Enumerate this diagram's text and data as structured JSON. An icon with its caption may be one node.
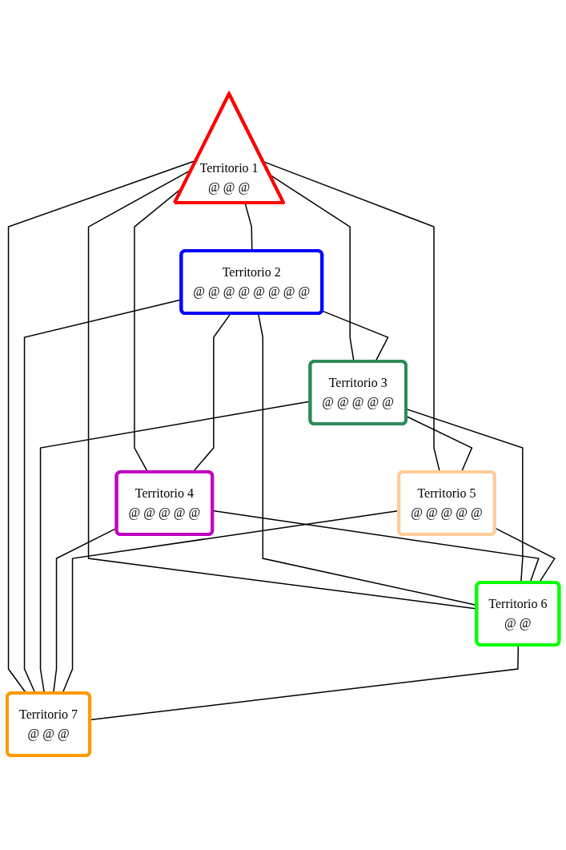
{
  "diagram": {
    "nodes": [
      {
        "text": [
          "Territorio 1",
          "@ @ @"
        ]
      },
      {
        "text": [
          "Territorio 2",
          "@ @ @ @ @ @ @ @"
        ]
      },
      {
        "text": [
          "Territorio 3",
          "@ @ @ @ @"
        ]
      },
      {
        "text": [
          "Territorio 4",
          "@ @ @ @ @"
        ]
      },
      {
        "text": [
          "Territorio 5",
          "@ @ @ @ @"
        ]
      },
      {
        "text": [
          "Territorio 6",
          "@ @"
        ]
      },
      {
        "text": [
          "Territorio 7",
          "@ @ @"
        ]
      }
    ],
    "edges": [
      {
        "from": 0,
        "to": 1,
        "arrow": "none"
      },
      {
        "from": 0,
        "to": 2,
        "arrow": "none"
      },
      {
        "from": 0,
        "to": 3,
        "arrow": "none"
      },
      {
        "from": 0,
        "to": 4,
        "arrow": "none"
      },
      {
        "from": 0,
        "to": 5,
        "arrow": "none"
      },
      {
        "from": 0,
        "to": 6,
        "arrow": "none"
      },
      {
        "from": 1,
        "to": 2,
        "arrow": "none"
      },
      {
        "from": 1,
        "to": 3,
        "arrow": "none"
      },
      {
        "from": 1,
        "to": 5,
        "arrow": "none"
      },
      {
        "from": 1,
        "to": 6,
        "arrow": "none"
      },
      {
        "from": 2,
        "to": 4,
        "arrow": "none"
      },
      {
        "from": 2,
        "to": 5,
        "arrow": "none"
      },
      {
        "from": 2,
        "to": 6,
        "arrow": "none"
      },
      {
        "from": 3,
        "to": 5,
        "arrow": "none"
      },
      {
        "from": 3,
        "to": 6,
        "arrow": "none"
      },
      {
        "from": 4,
        "to": 5,
        "arrow": "none"
      },
      {
        "from": 4,
        "to": 6,
        "arrow": "none"
      },
      {
        "from": 5,
        "to": 6,
        "arrow": "none"
      }
    ]
  }
}
